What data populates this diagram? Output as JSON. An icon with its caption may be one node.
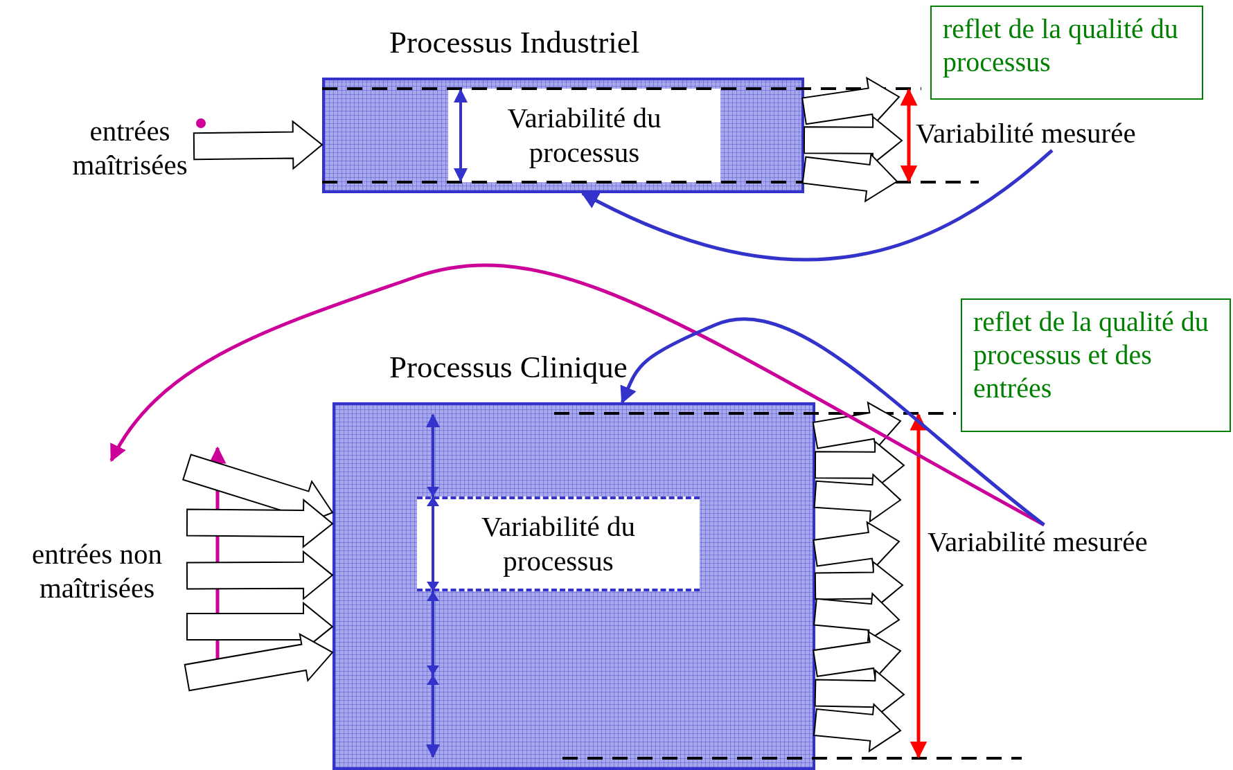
{
  "diagram": {
    "nodes": [
      {
        "text": [
          "Processus Industriel"
        ]
      },
      {
        "text": [
          "Variabilité du processus"
        ],
        "in": 0
      },
      {
        "text": [
          "entrées maîtrisées"
        ]
      },
      {
        "text": [
          "Variabilité mesurée"
        ]
      },
      {
        "text": [
          "reflet de la qualité du processus"
        ]
      },
      {
        "text": [
          "Processus Clinique"
        ]
      },
      {
        "text": [
          "Variabilité du processus"
        ],
        "in": 5
      },
      {
        "text": [
          "entrées non maîtrisées"
        ]
      },
      {
        "text": [
          "Variabilité mesurée"
        ]
      },
      {
        "text": [
          "reflet de la qualité du processus et des entrées"
        ]
      }
    ],
    "edges": [
      {
        "from": 2,
        "to": 0,
        "arrow": "to"
      },
      {
        "from": 0,
        "to": null,
        "arrow": "to"
      },
      {
        "from": 0,
        "to": null,
        "arrow": "to"
      },
      {
        "from": 0,
        "to": null,
        "arrow": "to"
      },
      {
        "from": 3,
        "to": 0,
        "arrow": "to",
        "color": "#3333cc"
      },
      {
        "from": 7,
        "to": 5,
        "arrow": "to"
      },
      {
        "from": 7,
        "to": 5,
        "arrow": "to"
      },
      {
        "from": 7,
        "to": 5,
        "arrow": "to"
      },
      {
        "from": 7,
        "to": 5,
        "arrow": "to"
      },
      {
        "from": 7,
        "to": 5,
        "arrow": "to"
      },
      {
        "from": 5,
        "to": null,
        "arrow": "to"
      },
      {
        "from": 5,
        "to": null,
        "arrow": "to"
      },
      {
        "from": 5,
        "to": null,
        "arrow": "to"
      },
      {
        "from": 5,
        "to": null,
        "arrow": "to"
      },
      {
        "from": 5,
        "to": null,
        "arrow": "to"
      },
      {
        "from": 5,
        "to": null,
        "arrow": "to"
      },
      {
        "from": 5,
        "to": null,
        "arrow": "to"
      },
      {
        "from": 5,
        "to": null,
        "arrow": "to"
      },
      {
        "from": 5,
        "to": null,
        "arrow": "to"
      },
      {
        "from": 8,
        "to": 7,
        "arrow": "to",
        "color": "#cc0099"
      },
      {
        "from": 8,
        "to": 5,
        "arrow": "to",
        "color": "#3333cc"
      }
    ]
  }
}
